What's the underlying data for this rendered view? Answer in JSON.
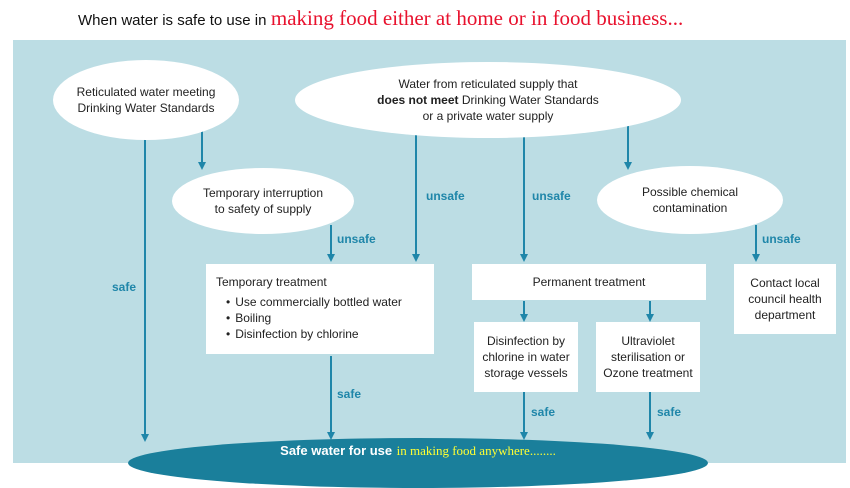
{
  "title": {
    "lead": "When water is safe to use in",
    "highlight": "making food either at home or in food business..."
  },
  "nodes": {
    "reticulated_standard": [
      "Reticulated water meeting",
      "Drinking Water Standards"
    ],
    "not_meet": {
      "line1": "Water from reticulated supply that",
      "line2_bold": "does not meet",
      "line2_rest": " Drinking Water Standards",
      "line3": "or a private water supply"
    },
    "temp_interruption": [
      "Temporary interruption",
      "to safety of supply"
    ],
    "chemical": [
      "Possible chemical",
      "contamination"
    ],
    "temp_treatment": {
      "title": "Temporary treatment",
      "items": [
        "Use commercially bottled water",
        "Boiling",
        "Disinfection by chlorine"
      ]
    },
    "permanent_treatment": "Permanent treatment",
    "disinfection": [
      "Disinfection by",
      "chlorine in water",
      "storage vessels"
    ],
    "uv": [
      "Ultraviolet",
      "sterilisation or",
      "Ozone treatment"
    ],
    "contact": [
      "Contact local",
      "council health",
      "department"
    ]
  },
  "labels": {
    "safe": "safe",
    "unsafe": "unsafe"
  },
  "result": {
    "main": "Safe water for use",
    "extra": "in making food anywhere........"
  },
  "colors": {
    "background": "#bcdde4",
    "arrow": "#1f86a9",
    "result_fill": "#1a7f9b",
    "title_highlight": "#e8112d",
    "result_extra": "#ffff33"
  }
}
